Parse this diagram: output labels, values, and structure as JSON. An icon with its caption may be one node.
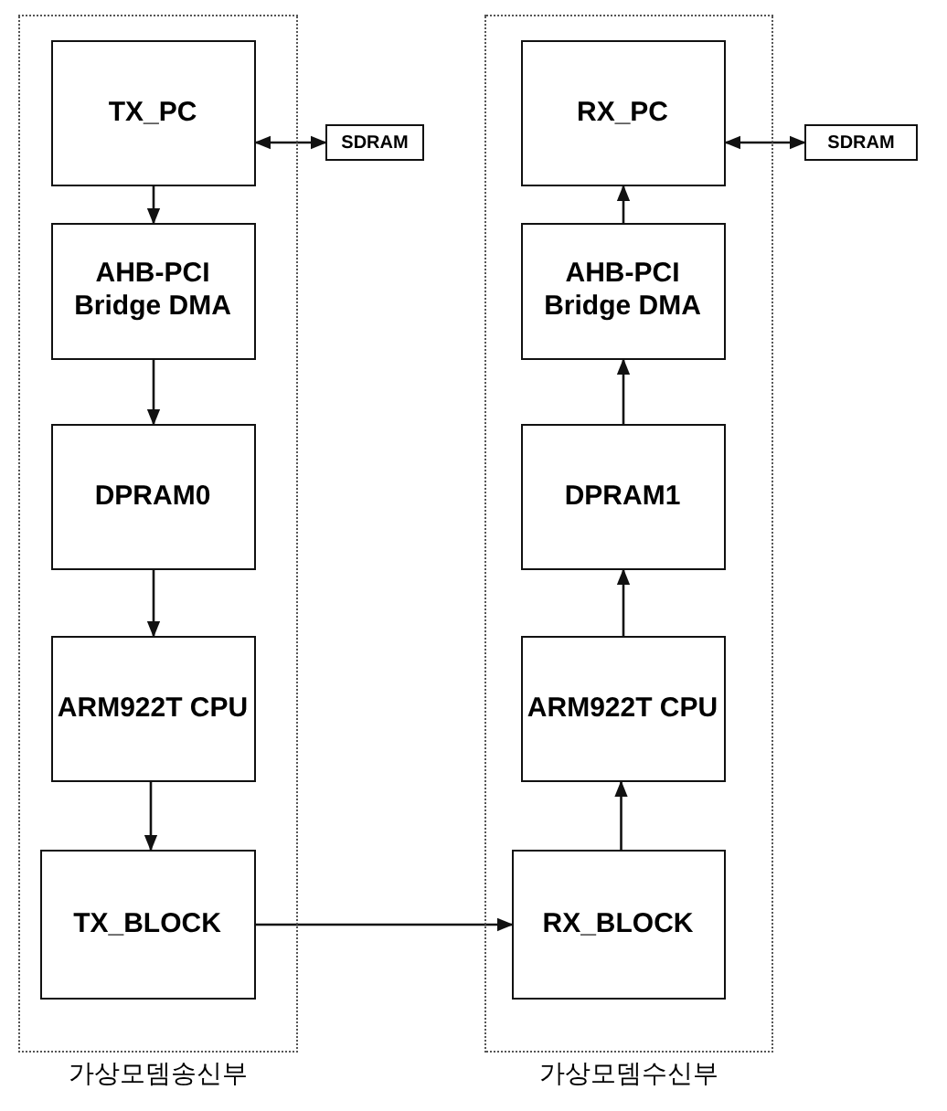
{
  "diagram": {
    "nodes": [
      {
        "text": [
          "가상모뎀송신부"
        ]
      },
      {
        "text": [
          "TX_PC"
        ],
        "in": 0
      },
      {
        "text": [
          "SDRAM"
        ]
      },
      {
        "text": [
          "AHB-PCI Bridge DMA"
        ],
        "in": 0
      },
      {
        "text": [
          "DPRAM0"
        ],
        "in": 0
      },
      {
        "text": [
          "ARM922T CPU"
        ],
        "in": 0
      },
      {
        "text": [
          "TX_BLOCK"
        ],
        "in": 0
      },
      {
        "text": [
          "가상모뎀수신부"
        ]
      },
      {
        "text": [
          "RX_PC"
        ],
        "in": 7
      },
      {
        "text": [
          "SDRAM"
        ]
      },
      {
        "text": [
          "AHB-PCI Bridge DMA"
        ],
        "in": 7
      },
      {
        "text": [
          "DPRAM1"
        ],
        "in": 7
      },
      {
        "text": [
          "ARM922T CPU"
        ],
        "in": 7
      },
      {
        "text": [
          "RX_BLOCK"
        ],
        "in": 7
      }
    ],
    "edges": [
      {
        "from": 1,
        "to": 2,
        "arrow": "both"
      },
      {
        "from": 1,
        "to": 3,
        "arrow": "to"
      },
      {
        "from": 3,
        "to": 4,
        "arrow": "to"
      },
      {
        "from": 4,
        "to": 5,
        "arrow": "to"
      },
      {
        "from": 5,
        "to": 6,
        "arrow": "to"
      },
      {
        "from": 6,
        "to": 13,
        "arrow": "to"
      },
      {
        "from": 13,
        "to": 12,
        "arrow": "to"
      },
      {
        "from": 12,
        "to": 11,
        "arrow": "to"
      },
      {
        "from": 11,
        "to": 10,
        "arrow": "to"
      },
      {
        "from": 10,
        "to": 8,
        "arrow": "to"
      },
      {
        "from": 8,
        "to": 9,
        "arrow": "both"
      }
    ]
  }
}
